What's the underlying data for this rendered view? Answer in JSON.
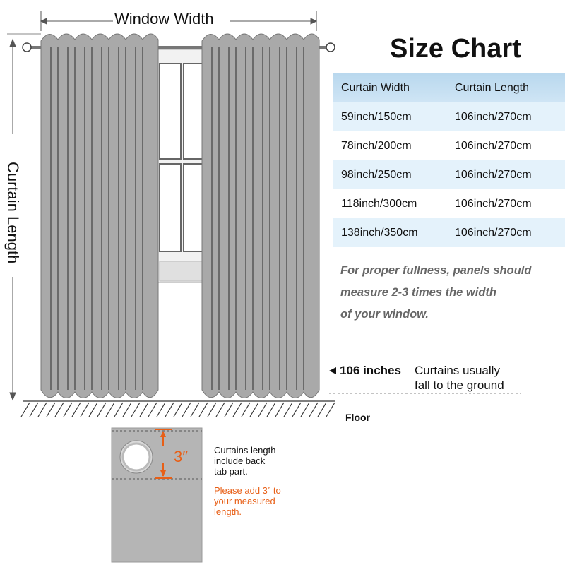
{
  "diagram": {
    "window_width_label": "Window Width",
    "curtain_length_label": "Curtain Length",
    "length_marker": "106 inches",
    "ground_note_line1": "Curtains usually",
    "ground_note_line2": "fall to the ground",
    "floor_label": "Floor",
    "tab_measure": "3″",
    "backtab_note_lines": [
      "Curtains length",
      "include back",
      "tab part."
    ],
    "add_note_lines": [
      "Please add 3” to",
      "your measured",
      "length."
    ]
  },
  "size_chart": {
    "title": "Size Chart",
    "headers": [
      "Curtain Width",
      "Curtain Length"
    ],
    "rows": [
      [
        "59inch/150cm",
        "106inch/270cm"
      ],
      [
        "78inch/200cm",
        "106inch/270cm"
      ],
      [
        "98inch/250cm",
        "106inch/270cm"
      ],
      [
        "118inch/300cm",
        "106inch/270cm"
      ],
      [
        "138inch/350cm",
        "106inch/270cm"
      ]
    ],
    "note_lines": [
      "For proper fullness, panels should",
      "measure 2-3 times the width",
      "of your window."
    ]
  },
  "colors": {
    "curtain": "#a9a9a9",
    "curtain_line": "#555555",
    "accent_orange": "#e85f16",
    "table_header": "#c4def2",
    "table_row_tint": "#e4f2fb"
  }
}
